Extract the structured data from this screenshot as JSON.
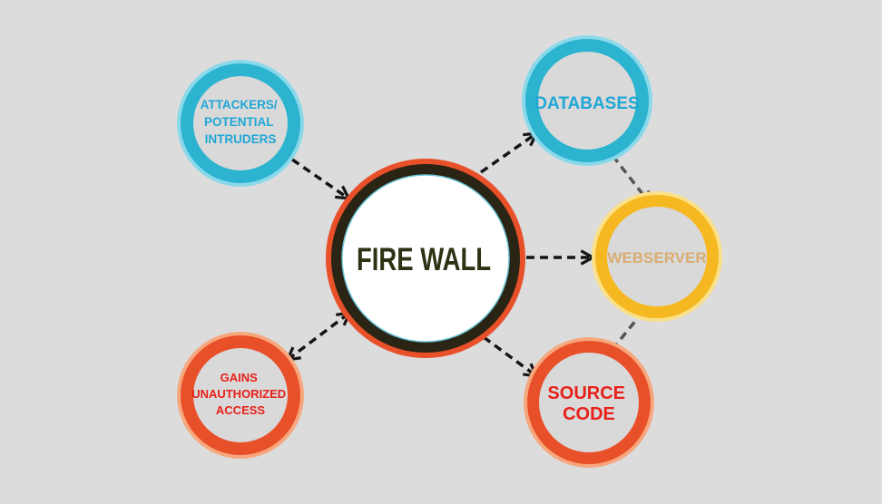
{
  "nodes": {
    "firewall": {
      "label": "FIRE WALL",
      "ring": "#e8502a",
      "inner": "#2a2414",
      "text": "#2e3214"
    },
    "attackers": {
      "lines": [
        "ATTACKERS/",
        "POTENTIAL",
        "INTRUDERS"
      ],
      "ring": "#2bb3cf",
      "text": "#1fa7d6"
    },
    "databases": {
      "label": "DATABASES",
      "ring": "#2bb3cf",
      "text": "#1fa7d6"
    },
    "webserver": {
      "label": "WEBSERVER",
      "ring": "#f5b820",
      "text": "#d9ad72"
    },
    "unauthorized": {
      "lines": [
        "GAINS",
        "UNAUTHORIZED",
        "ACCESS"
      ],
      "ring": "#e8502a",
      "text": "#e8201a"
    },
    "source_code": {
      "lines": [
        "SOURCE",
        "CODE"
      ],
      "ring": "#e8502a",
      "text": "#e8201a"
    }
  },
  "colors": {
    "background": "#dcdcdc",
    "arrow_dark": "#151515",
    "arrow_grey": "#555555",
    "node_fill": "#d9d9d9"
  }
}
